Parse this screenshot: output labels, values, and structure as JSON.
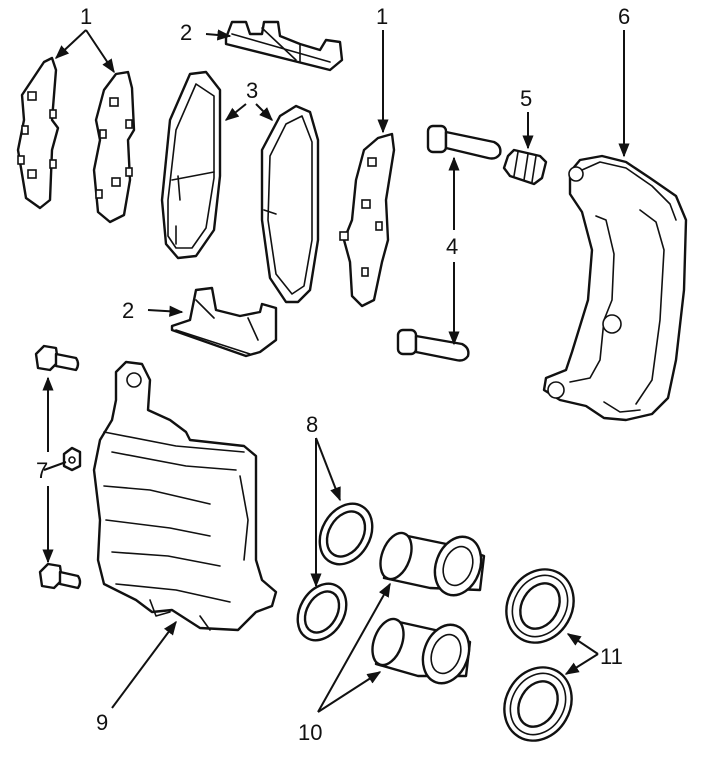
{
  "diagram": {
    "callouts": [
      {
        "id": "c1a",
        "text": "1"
      },
      {
        "id": "c1b",
        "text": "1"
      },
      {
        "id": "c2a",
        "text": "2"
      },
      {
        "id": "c2b",
        "text": "2"
      },
      {
        "id": "c3",
        "text": "3"
      },
      {
        "id": "c4",
        "text": "4"
      },
      {
        "id": "c5",
        "text": "5"
      },
      {
        "id": "c6",
        "text": "6"
      },
      {
        "id": "c7",
        "text": "7"
      },
      {
        "id": "c8",
        "text": "8"
      },
      {
        "id": "c9",
        "text": "9"
      },
      {
        "id": "c10",
        "text": "10"
      },
      {
        "id": "c11",
        "text": "11"
      }
    ]
  }
}
